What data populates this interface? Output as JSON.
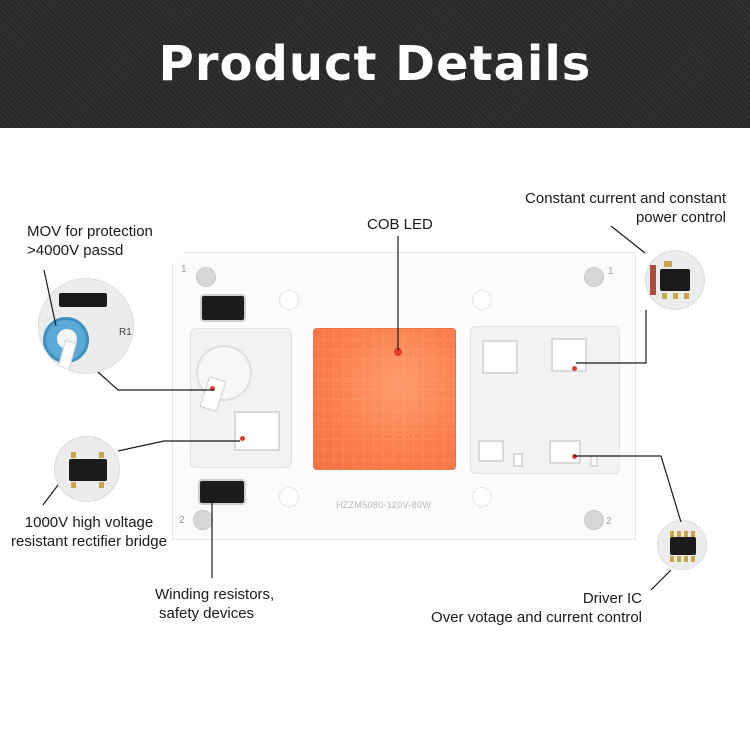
{
  "header": {
    "title": "Product Details"
  },
  "labels": {
    "mov_line1": "MOV for protection",
    "mov_line2": ">4000V passd",
    "cob_led": "COB LED",
    "constant_line1": "Constant current and constant",
    "constant_line2": "power control",
    "rectifier_line1": "1000V high voltage",
    "rectifier_line2": "resistant rectifier bridge",
    "winding_line1": "Winding resistors,",
    "winding_line2": "safety devices",
    "driver_line1": "Driver IC",
    "driver_line2": "Over votage and current control"
  },
  "board": {
    "model": "HZZM5080-120V-80W",
    "pin_1": "1",
    "pin_2": "2",
    "mov_ref": "R1"
  },
  "colors": {
    "header_bg": "#2b2b2b",
    "cob_orange": "#fb7d4b",
    "line": "#1a1a1a"
  }
}
